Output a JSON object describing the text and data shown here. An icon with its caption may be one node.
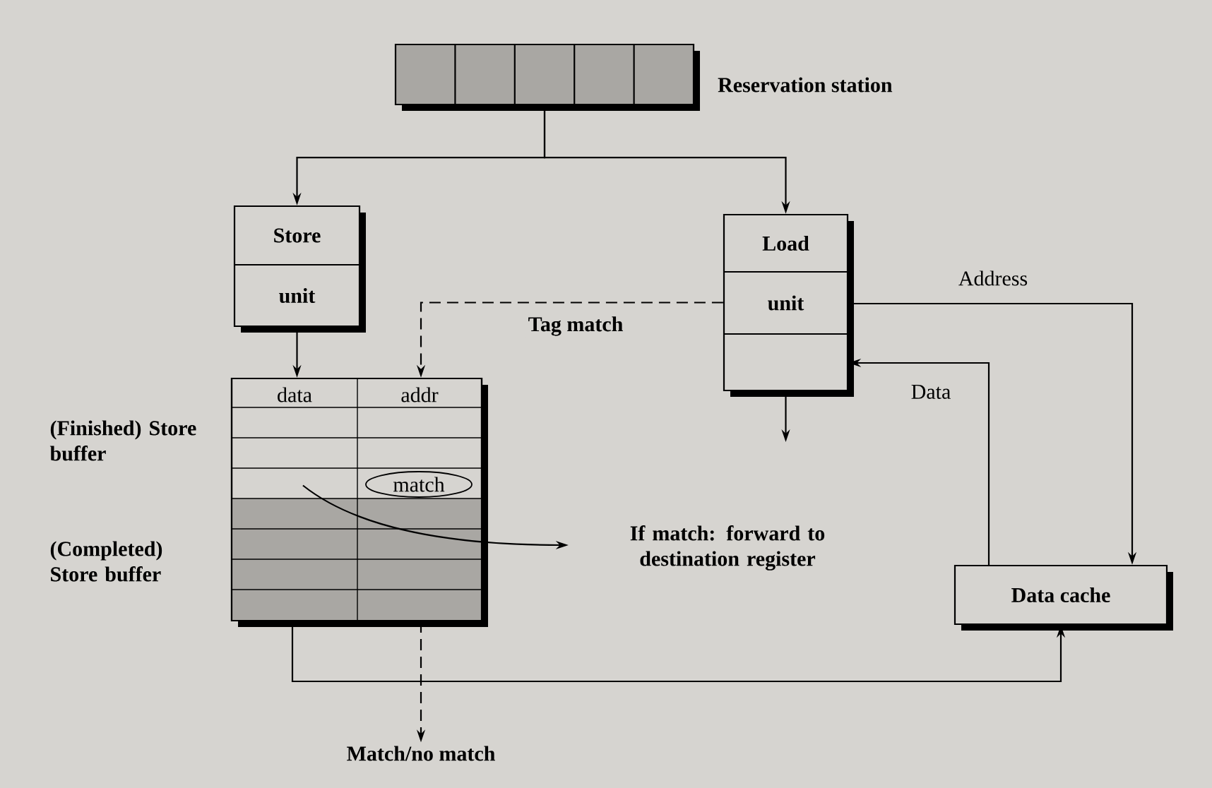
{
  "diagram": {
    "nodes": [
      {
        "text": [
          "Reservation station"
        ]
      },
      {
        "text": [
          "Store",
          "unit"
        ]
      },
      {
        "text": [
          "Load",
          "unit"
        ]
      },
      {
        "text": [
          "data",
          "addr"
        ],
        "beside": [
          "(Finished) Store buffer",
          "(Completed) Store buffer"
        ]
      },
      {
        "text": [
          "match"
        ],
        "in": 3
      },
      {
        "text": [
          "If match: forward to destination register"
        ]
      },
      {
        "text": [
          "Data cache"
        ]
      },
      {
        "text": [
          "Match/no match"
        ]
      }
    ],
    "edges": [
      {
        "from": 0,
        "to": 1,
        "arrow": "to"
      },
      {
        "from": 0,
        "to": 2,
        "arrow": "to"
      },
      {
        "from": 1,
        "to": 3,
        "arrow": "to"
      },
      {
        "from": 2,
        "to": 3,
        "arrow": "to",
        "style": "dashed",
        "label": "Tag match"
      },
      {
        "from": 3,
        "to": 7,
        "arrow": "to",
        "style": "dashed"
      },
      {
        "from": 3,
        "to": 5,
        "arrow": "to"
      },
      {
        "from": 2,
        "to": 6,
        "arrow": "to",
        "label": "Address"
      },
      {
        "from": 6,
        "to": 2,
        "arrow": "to",
        "label": "Data"
      },
      {
        "from": 3,
        "to": 6,
        "arrow": "to"
      },
      {
        "from": 2,
        "to": null,
        "arrow": "to"
      }
    ]
  }
}
